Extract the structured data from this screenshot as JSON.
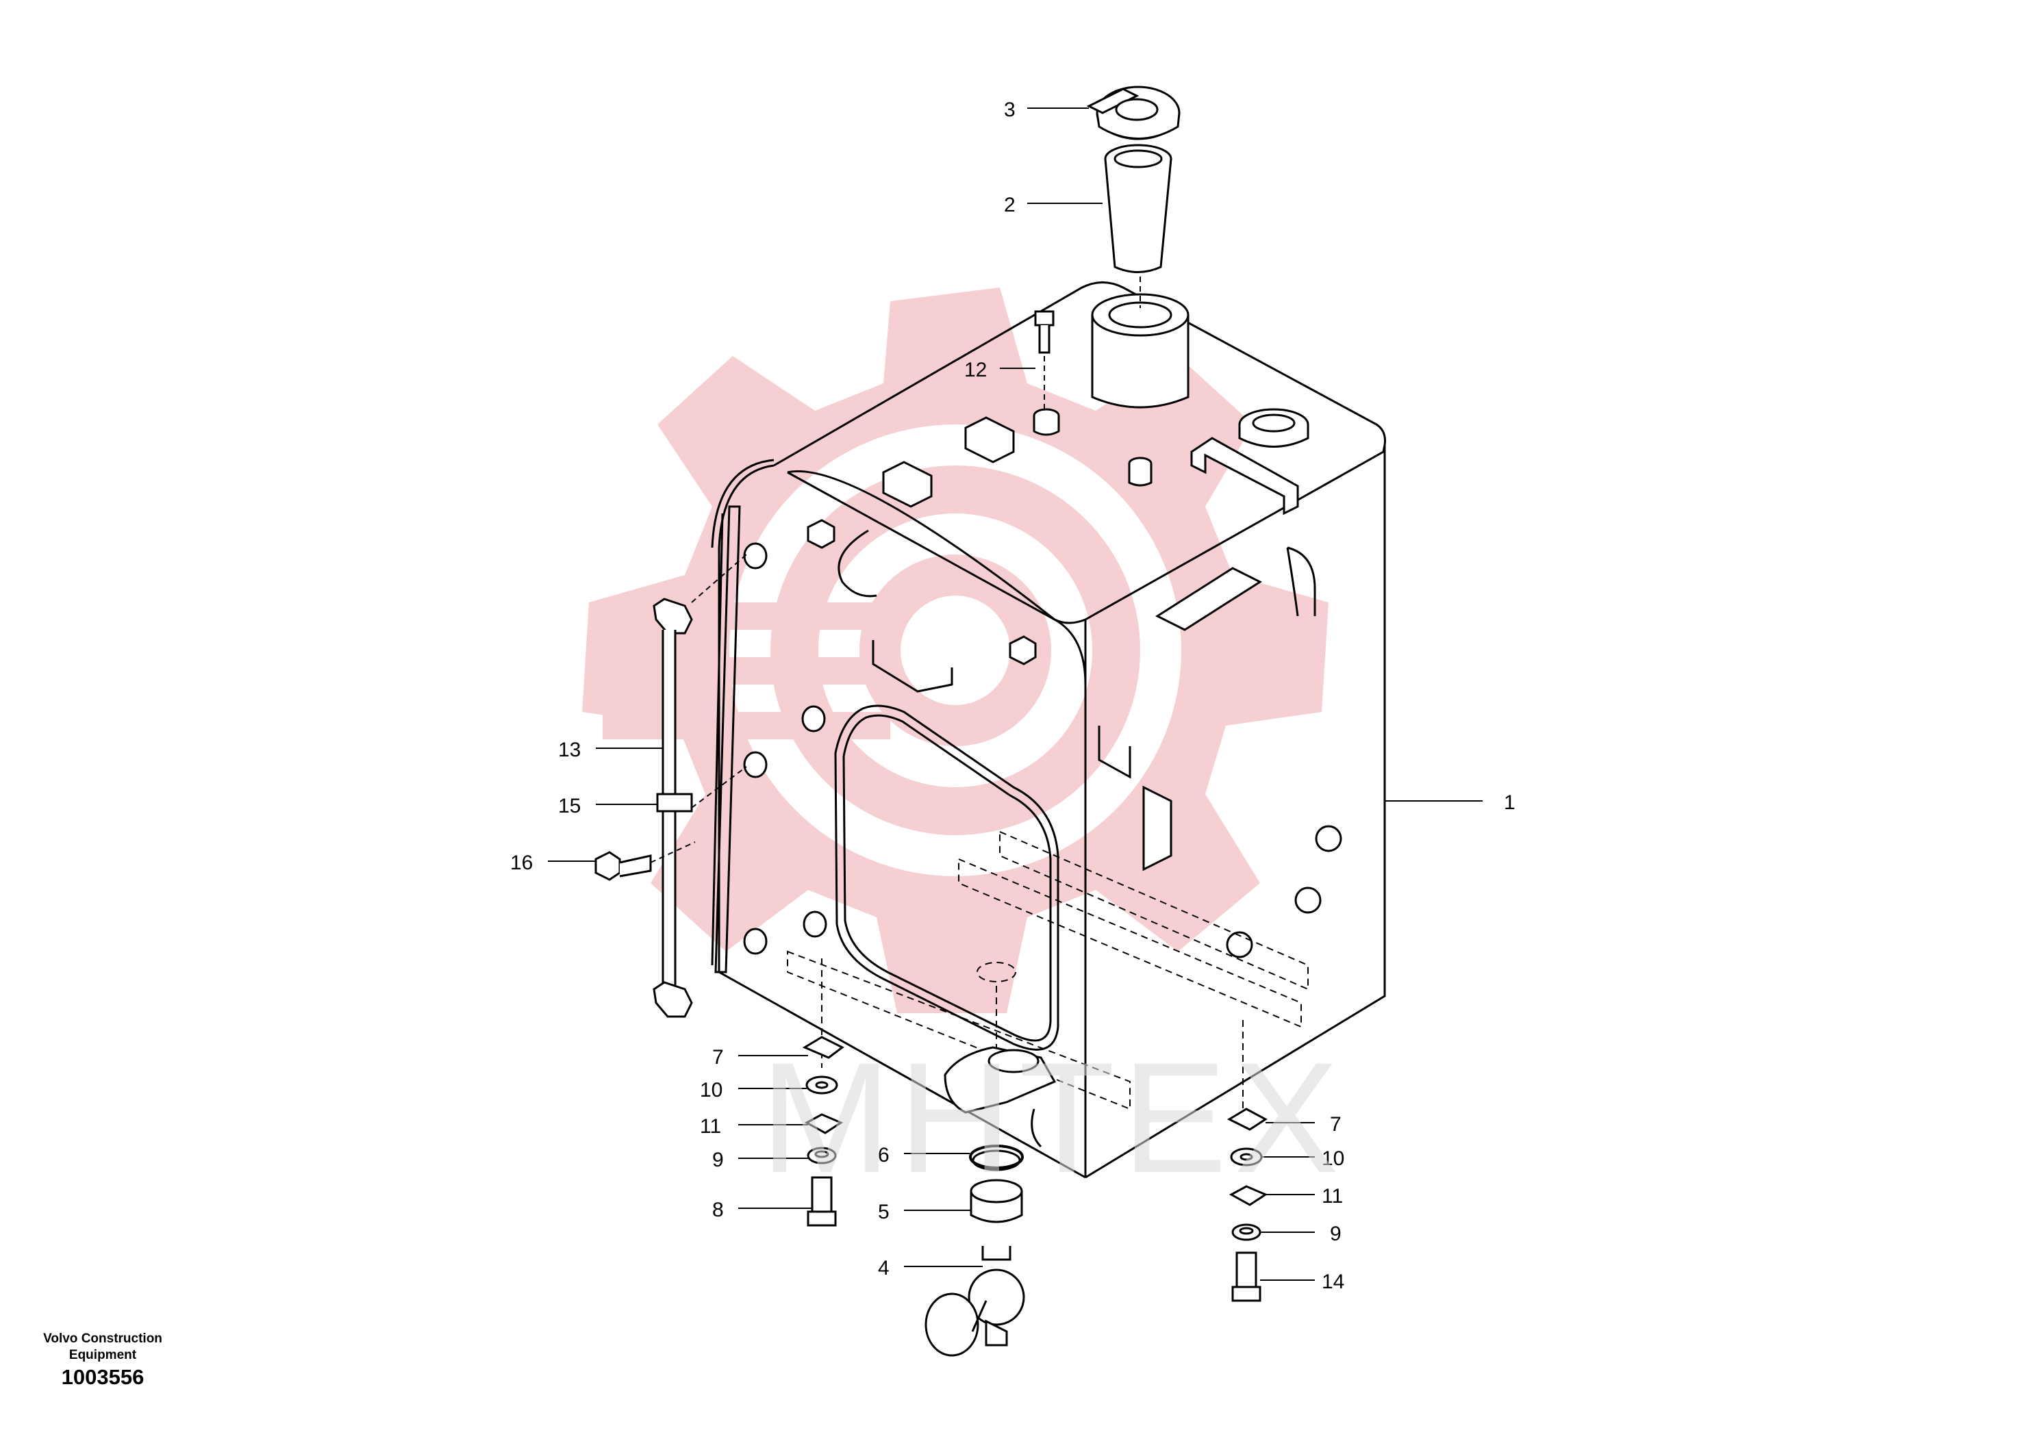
{
  "footer": {
    "publisher_line1": "Volvo Construction",
    "publisher_line2": "Equipment",
    "drawing_number": "1003556"
  },
  "watermark": {
    "text": "MHTEX",
    "gear_color": "#f4c7cb"
  },
  "callouts": [
    {
      "id": "c3",
      "label": "3"
    },
    {
      "id": "c2",
      "label": "2"
    },
    {
      "id": "c12",
      "label": "12"
    },
    {
      "id": "c1",
      "label": "1"
    },
    {
      "id": "c13",
      "label": "13"
    },
    {
      "id": "c15",
      "label": "15"
    },
    {
      "id": "c16",
      "label": "16"
    },
    {
      "id": "c7a",
      "label": "7"
    },
    {
      "id": "c10a",
      "label": "10"
    },
    {
      "id": "c11a",
      "label": "11"
    },
    {
      "id": "c9a",
      "label": "9"
    },
    {
      "id": "c8",
      "label": "8"
    },
    {
      "id": "c6",
      "label": "6"
    },
    {
      "id": "c5",
      "label": "5"
    },
    {
      "id": "c4",
      "label": "4"
    },
    {
      "id": "c7b",
      "label": "7"
    },
    {
      "id": "c10b",
      "label": "10"
    },
    {
      "id": "c11b",
      "label": "11"
    },
    {
      "id": "c9b",
      "label": "9"
    },
    {
      "id": "c14",
      "label": "14"
    }
  ]
}
